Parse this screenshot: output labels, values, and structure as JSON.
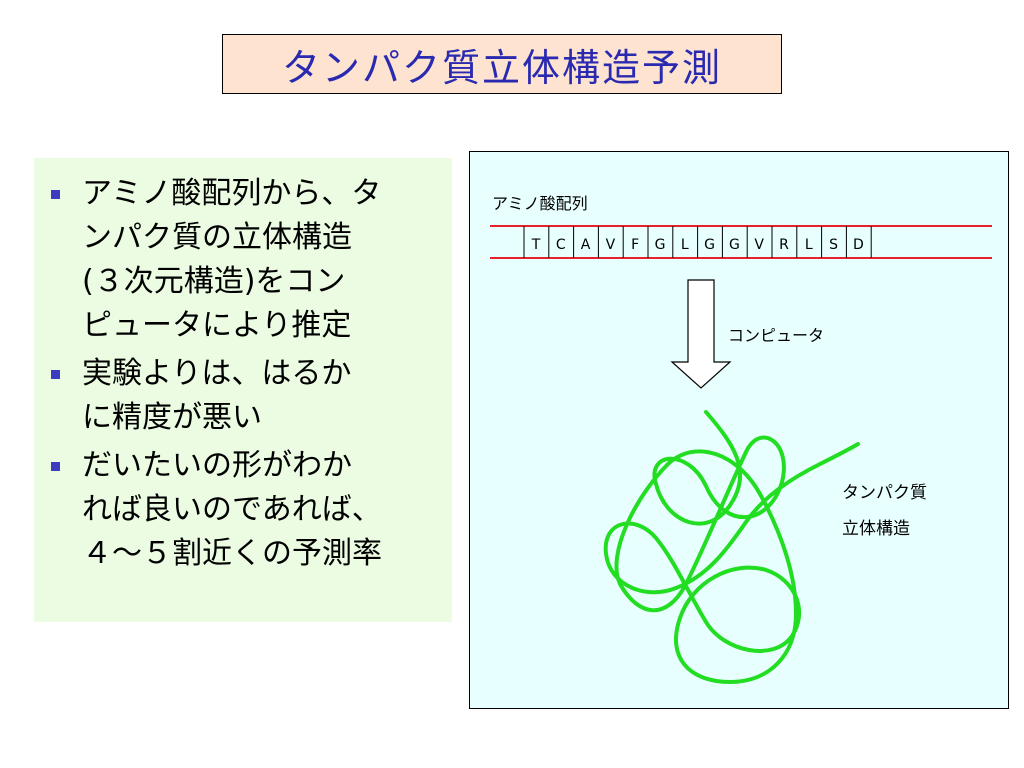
{
  "slide": {
    "title": "タンパク質立体構造予測"
  },
  "bullets": [
    "アミノ酸配列から、タ\nンパク質の立体構造\n(３次元構造)をコン\nピュータにより推定",
    "実験よりは、はるか\nに精度が悪い",
    "だいたいの形がわか\nれば良いのであれば、\n４～５割近くの予測率"
  ],
  "diagram": {
    "sequence_label": "アミノ酸配列",
    "sequence": [
      "T",
      "C",
      "A",
      "V",
      "F",
      "G",
      "L",
      "G",
      "G",
      "V",
      "R",
      "L",
      "S",
      "D"
    ],
    "arrow_label": "コンピュータ",
    "structure_label_line1": "タンパク質",
    "structure_label_line2": "立体構造"
  },
  "colors": {
    "title_bg": "#fde3d0",
    "title_text": "#2a2ab0",
    "bullet_panel_bg": "#ebfce2",
    "bullet_marker": "#3b3bc0",
    "diagram_bg": "#e8ffff",
    "sequence_lines": "#e8202a",
    "protein_chain": "#22dd22"
  }
}
